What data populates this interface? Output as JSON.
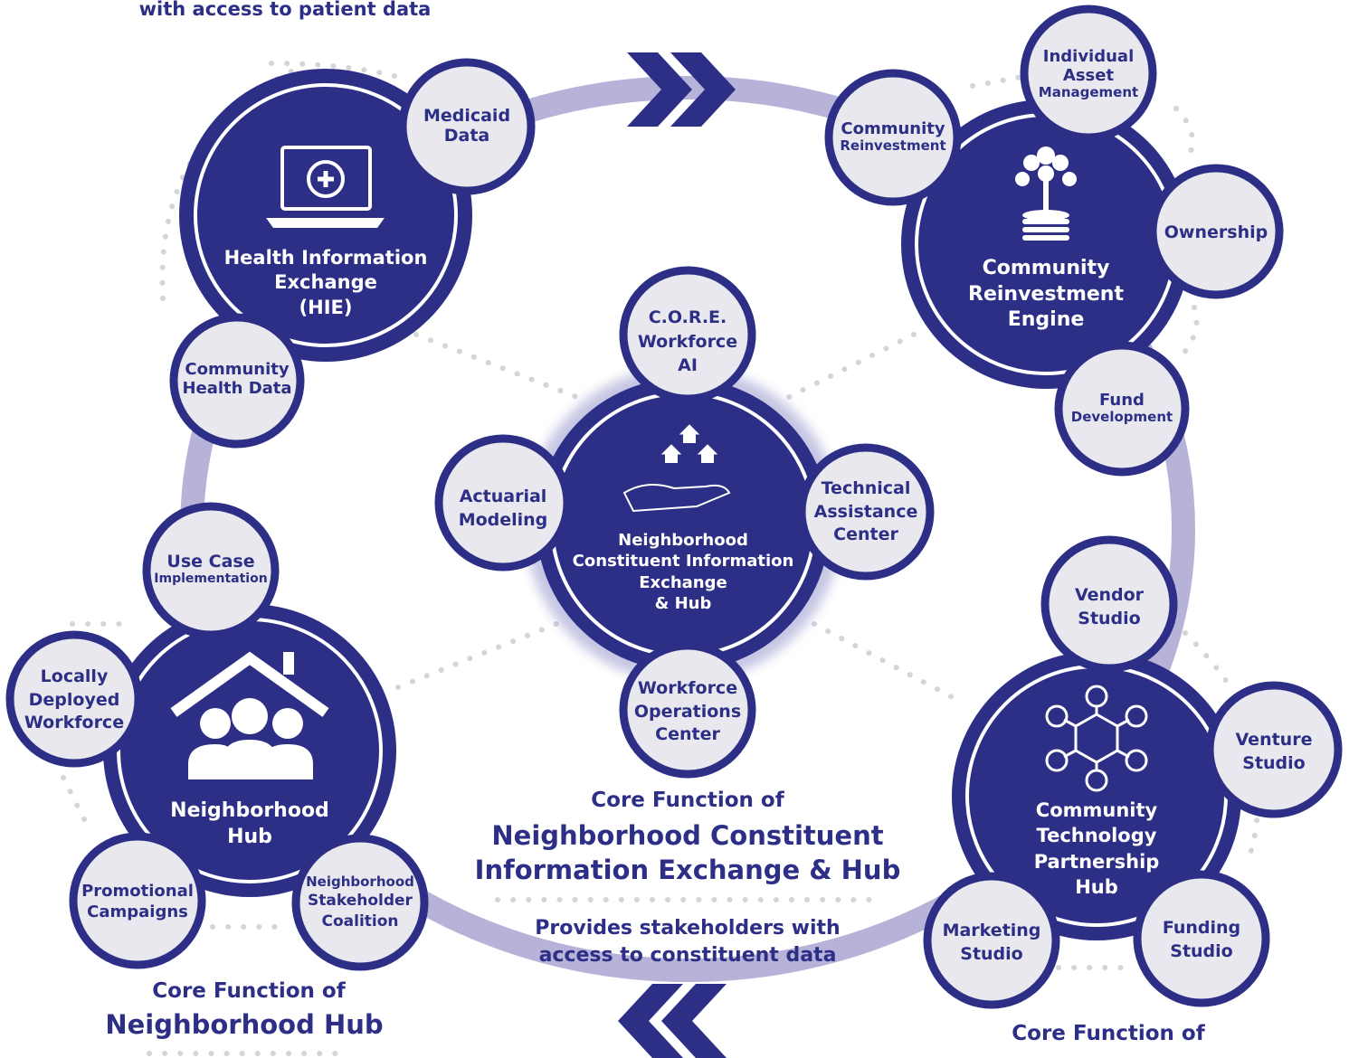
{
  "captions": {
    "top_left": "with access to patient data",
    "center_core": "Core Function of",
    "center_title_1": "Neighborhood Constituent",
    "center_title_2": "Information Exchange & Hub",
    "center_desc_1": "Provides stakeholders with",
    "center_desc_2": "access to constituent data",
    "bl_core": "Core Function of",
    "bl_title": "Neighborhood Hub",
    "br_core": "Core Function of"
  },
  "hubs": {
    "hie": {
      "line1": "Health Information",
      "line2": "Exchange",
      "line3": "(HIE)",
      "icon": "laptop-health-icon"
    },
    "cre": {
      "line1": "Community",
      "line2": "Reinvestment",
      "line3": "Engine",
      "icon": "tree-growth-icon"
    },
    "center": {
      "line1": "Neighborhood",
      "line2": "Constituent Information",
      "line3": "Exchange",
      "line4": "& Hub",
      "icon": "hand-houses-icon"
    },
    "hood": {
      "line1": "Neighborhood",
      "line2": "Hub",
      "icon": "house-people-icon"
    },
    "ctph": {
      "line1": "Community",
      "line2": "Technology",
      "line3": "Partnership",
      "line4": "Hub",
      "icon": "network-hexagon-icon"
    }
  },
  "satellites": {
    "medicaid": {
      "l1": "Medicaid",
      "l2": "Data"
    },
    "comm_health": {
      "l1": "Community",
      "l2": "Health Data"
    },
    "comm_reinv": {
      "l1": "Community",
      "l2": "Reinvestment"
    },
    "asset": {
      "l1": "Individual",
      "l2": "Asset",
      "l3": "Management"
    },
    "ownership": {
      "l1": "Ownership"
    },
    "fund_dev": {
      "l1": "Fund",
      "l2": "Development"
    },
    "core_ai": {
      "l1": "C.O.R.E.",
      "l2": "Workforce",
      "l3": "AI"
    },
    "actuarial": {
      "l1": "Actuarial",
      "l2": "Modeling"
    },
    "tech_assist": {
      "l1": "Technical",
      "l2": "Assistance",
      "l3": "Center"
    },
    "workforce_ops": {
      "l1": "Workforce",
      "l2": "Operations",
      "l3": "Center"
    },
    "use_case": {
      "l1": "Use Case",
      "l2": "Implementation"
    },
    "locally": {
      "l1": "Locally",
      "l2": "Deployed",
      "l3": "Workforce"
    },
    "promo": {
      "l1": "Promotional",
      "l2": "Campaigns"
    },
    "stakeholder": {
      "l1": "Neighborhood",
      "l2": "Stakeholder",
      "l3": "Coalition"
    },
    "vendor": {
      "l1": "Vendor",
      "l2": "Studio"
    },
    "venture": {
      "l1": "Venture",
      "l2": "Studio"
    },
    "marketing": {
      "l1": "Marketing",
      "l2": "Studio"
    },
    "funding": {
      "l1": "Funding",
      "l2": "Studio"
    }
  },
  "colors": {
    "navy": "#2d2f86",
    "ring": "#b7b3d8",
    "satellite_fill": "#e8e8ee",
    "dots": "#d4d4dc"
  }
}
